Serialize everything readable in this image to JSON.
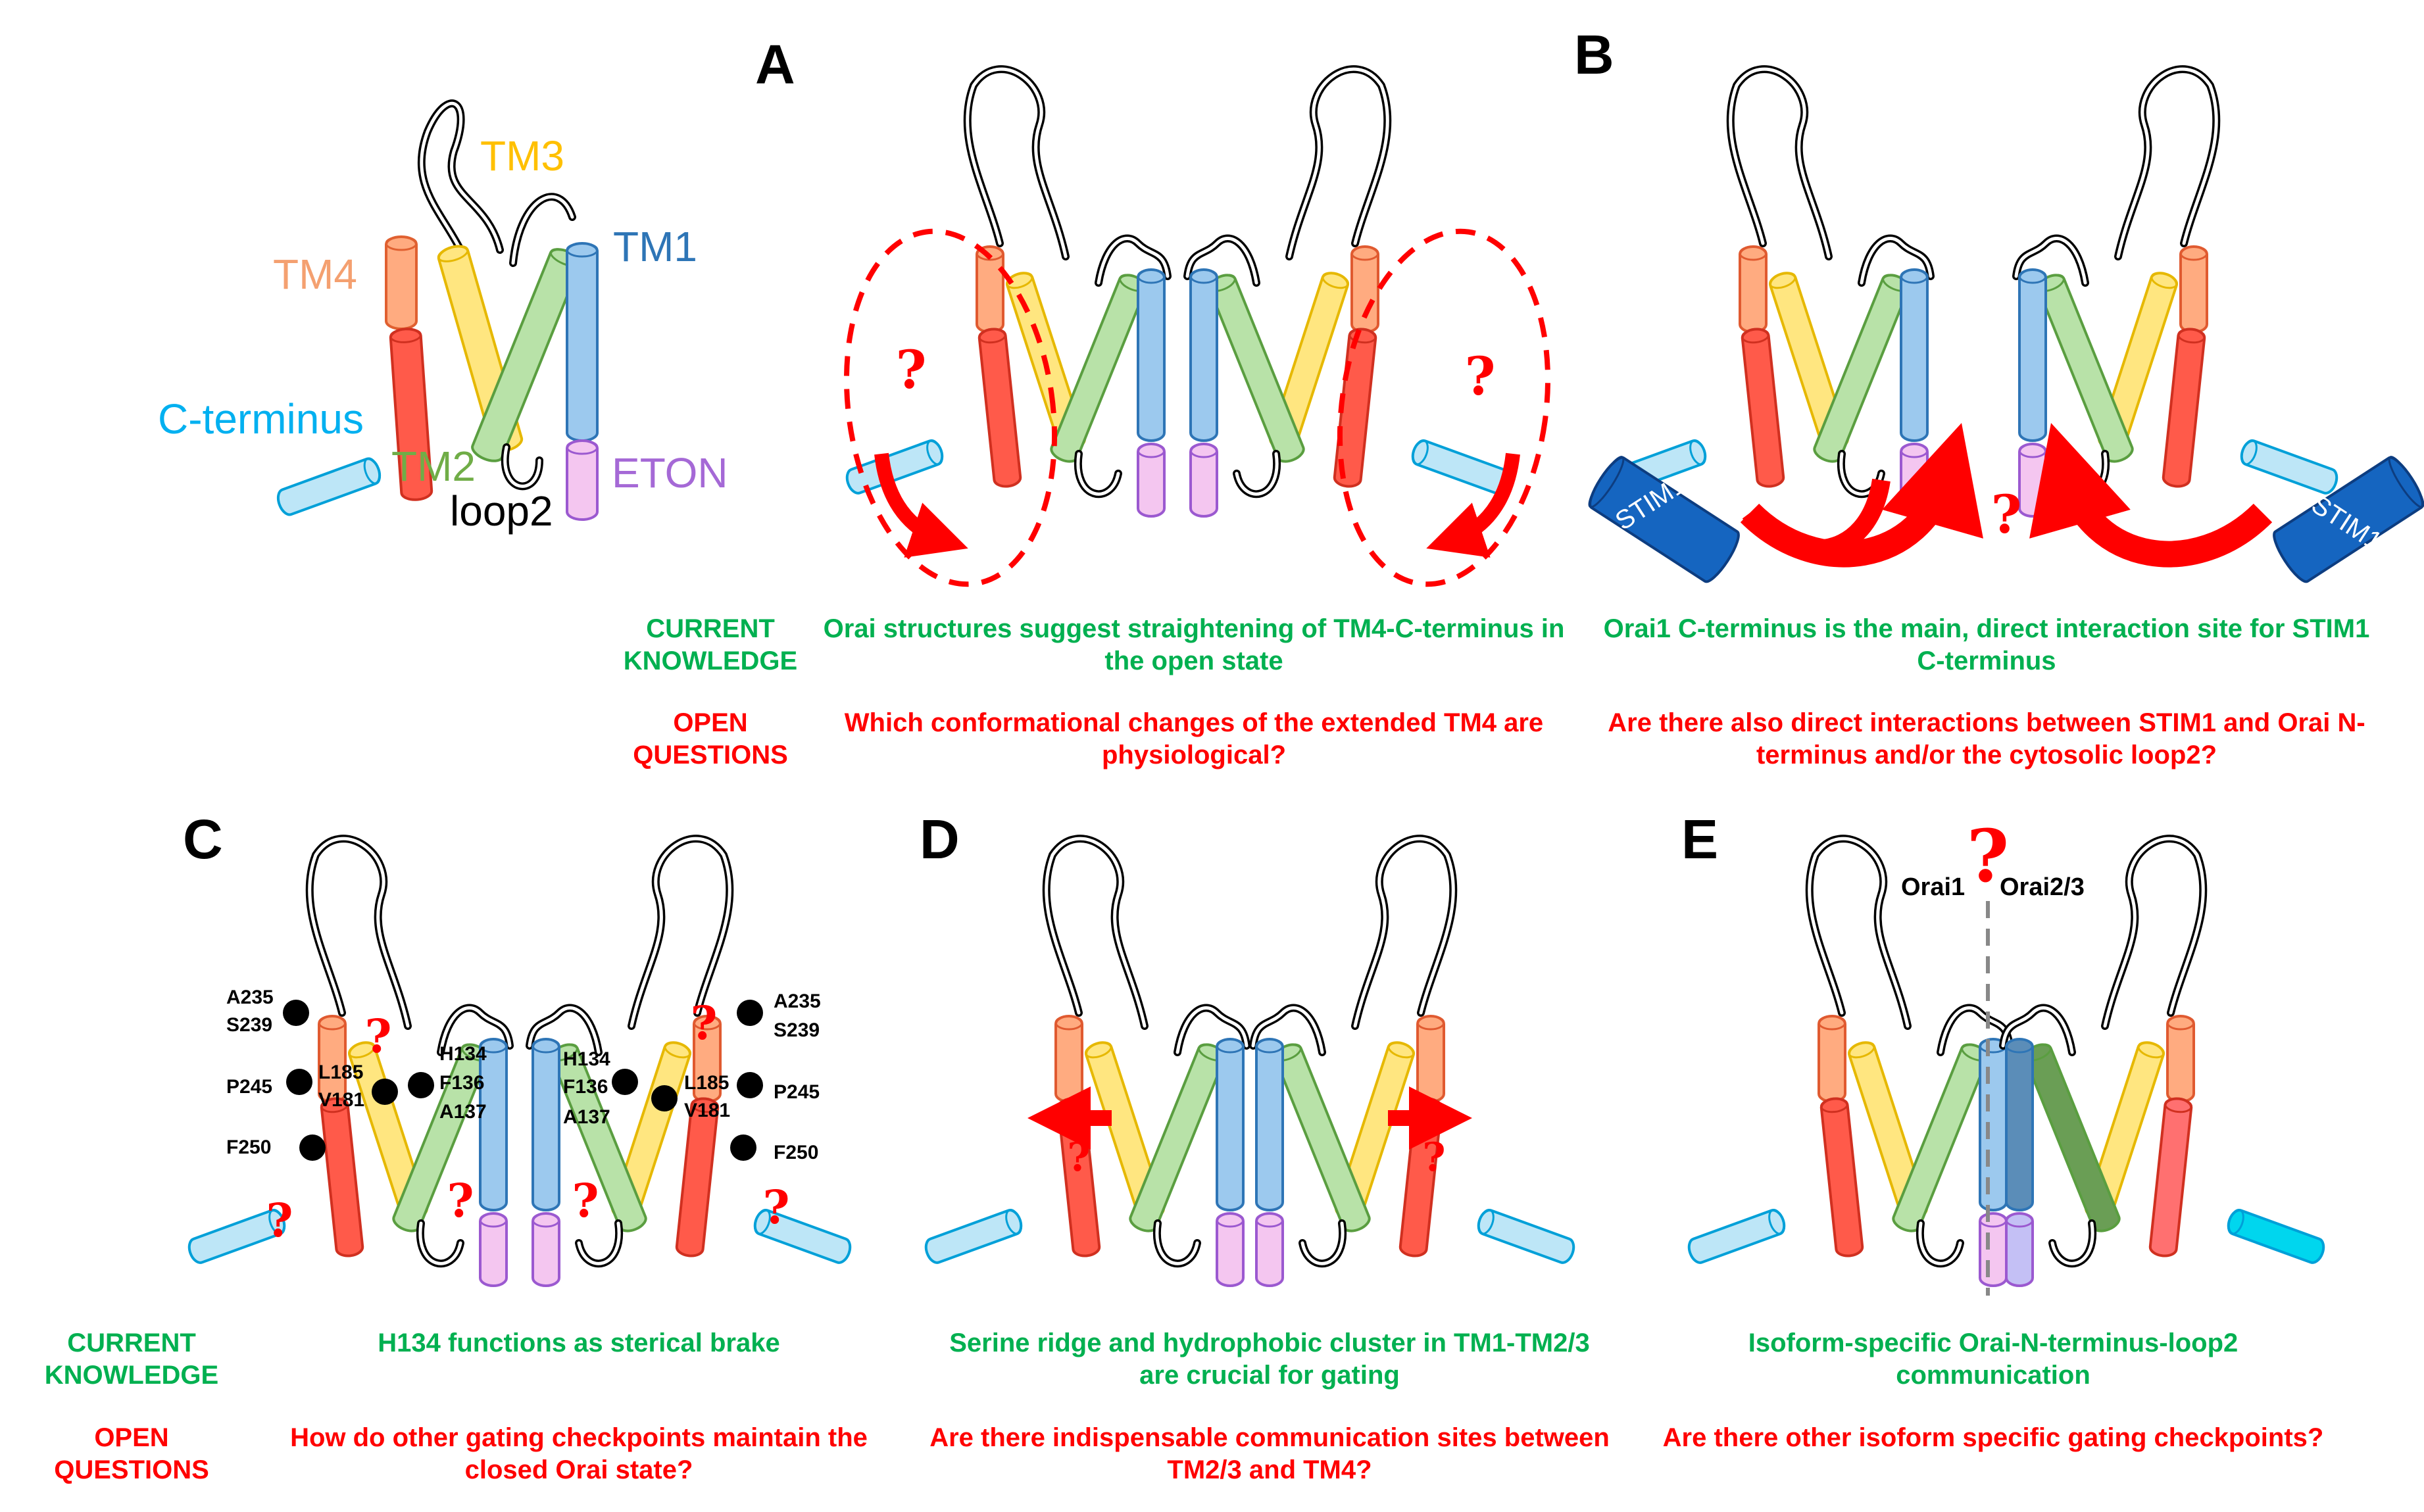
{
  "panel_labels": [
    "A",
    "B",
    "C",
    "D",
    "E"
  ],
  "legend": {
    "tm4": "TM4",
    "tm3": "TM3",
    "tm1": "TM1",
    "tm2": "TM2",
    "c_terminus": "C-terminus",
    "eton": "ETON",
    "loop2": "loop2"
  },
  "row_labels": {
    "current_knowledge": [
      "CURRENT",
      "KNOWLEDGE"
    ],
    "open_questions": [
      "OPEN",
      "QUESTIONS"
    ]
  },
  "panels": {
    "A": {
      "current": [
        "Orai structures suggest straightening of TM4-C-terminus in",
        "the open state"
      ],
      "open": [
        "Which conformational changes of the extended TM4 are",
        "physiological?"
      ]
    },
    "B": {
      "stim1": "STIM1",
      "current": [
        "Orai1 C-terminus is the main, direct interaction site for STIM1",
        "C-terminus"
      ],
      "open": [
        "Are there also direct interactions between STIM1 and Orai N-",
        "terminus and/or the cytosolic loop2?"
      ]
    },
    "C": {
      "residues_left": [
        "A235",
        "S239",
        "P245",
        "F250"
      ],
      "residues_mid": [
        "L185",
        "V181",
        "H134",
        "F136",
        "A137"
      ],
      "current": [
        "H134 functions as sterical brake"
      ],
      "open": [
        "How do other gating checkpoints maintain the",
        "closed Orai state?"
      ]
    },
    "D": {
      "current": [
        "Serine ridge and hydrophobic cluster in TM1-TM2/3",
        "are crucial for gating"
      ],
      "open": [
        "Are there indispensable communication sites between",
        "TM2/3 and TM4?"
      ]
    },
    "E": {
      "orai1": "Orai1",
      "orai23": "Orai2/3",
      "current": [
        "Isoform-specific Orai-N-terminus-loop2",
        "communication"
      ],
      "open": [
        "Are there other isoform specific gating checkpoints?"
      ]
    },
    "question_mark": "?"
  },
  "colors": {
    "tm4_red": "#ff5a4a",
    "tm4_orange": "#ffab80",
    "tm3_yellow": "#ffe680",
    "tm2_green": "#b8e2a8",
    "tm1_blue": "#9cc9ee",
    "eton_purple": "#f4c6f0",
    "cterm_cyan": "#bde6f7",
    "knowledge_green": "#00b050",
    "question_red": "#ff0000",
    "stim1_blue": "#1565c0"
  }
}
